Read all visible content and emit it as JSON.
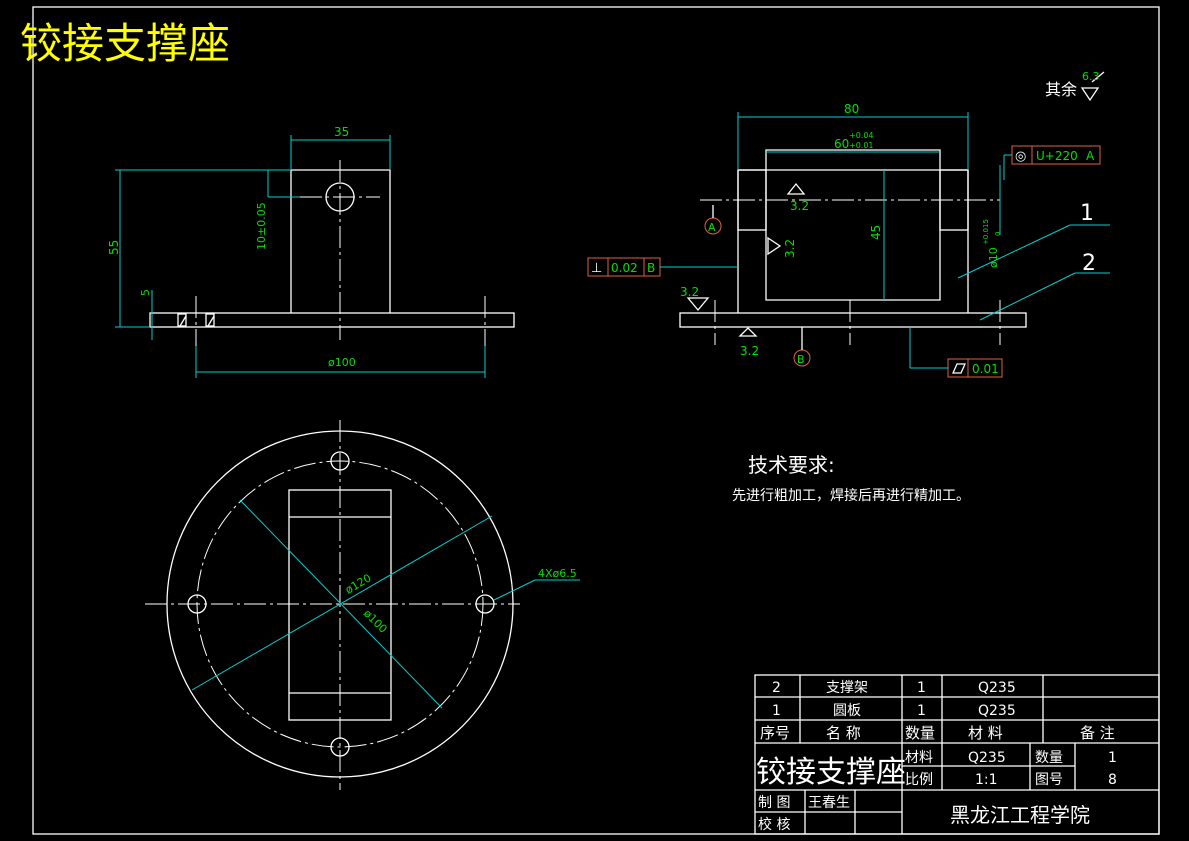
{
  "drawing": {
    "title": "铰接支撑座",
    "surface_note": "其余",
    "roughness_default": "6.3",
    "tech_title": "技术要求:",
    "tech_text": "先进行粗加工，焊接后再进行精加工。"
  },
  "front_view": {
    "dim_width": "35",
    "dim_height": "55",
    "dim_hole": "10±0.05",
    "dim_thick": "5",
    "dim_dia": "ø100"
  },
  "side_view": {
    "dim_width": "80",
    "dim_inner": "60",
    "tol_upper": "+0.04",
    "tol_lower": "+0.01",
    "dim_height": "45",
    "dim_hole": "ø10",
    "hole_tol_upper": "+0.015",
    "hole_tol_lower": "0",
    "rough_a": "3.2",
    "rough_b": "3.2",
    "rough_c": "3.2",
    "rough_d": "3.2",
    "datum_a": "A",
    "datum_b": "B",
    "gdt_perp_value": "0.02",
    "gdt_perp_ref": "B",
    "gdt_conc_value": "U+220",
    "gdt_conc_ref": "A",
    "gdt_flat_value": "0.01",
    "part_1": "1",
    "part_2": "2"
  },
  "top_view": {
    "dim_outer": "ø120",
    "dim_pcd": "ø100",
    "dim_holes": "4Xø6.5"
  },
  "title_block": {
    "rows": [
      {
        "no": "2",
        "name": "支撑架",
        "qty": "1",
        "material": "Q235",
        "note": ""
      },
      {
        "no": "1",
        "name": "圆板",
        "qty": "1",
        "material": "Q235",
        "note": ""
      }
    ],
    "headers": {
      "no": "序号",
      "name": "名 称",
      "qty": "数量",
      "material": "材 料",
      "note": "备 注"
    },
    "part_name": "铰接支撑座",
    "material_label": "材料",
    "material_value": "Q235",
    "quantity_label": "数量",
    "quantity_value": "1",
    "scale_label": "比例",
    "scale_value": "1:1",
    "drawing_no_label": "图号",
    "drawing_no_value": "8",
    "drawn_label": "制 图",
    "drawn_value": "王春生",
    "checked_label": "校 核",
    "school": "黑龙江工程学院"
  }
}
